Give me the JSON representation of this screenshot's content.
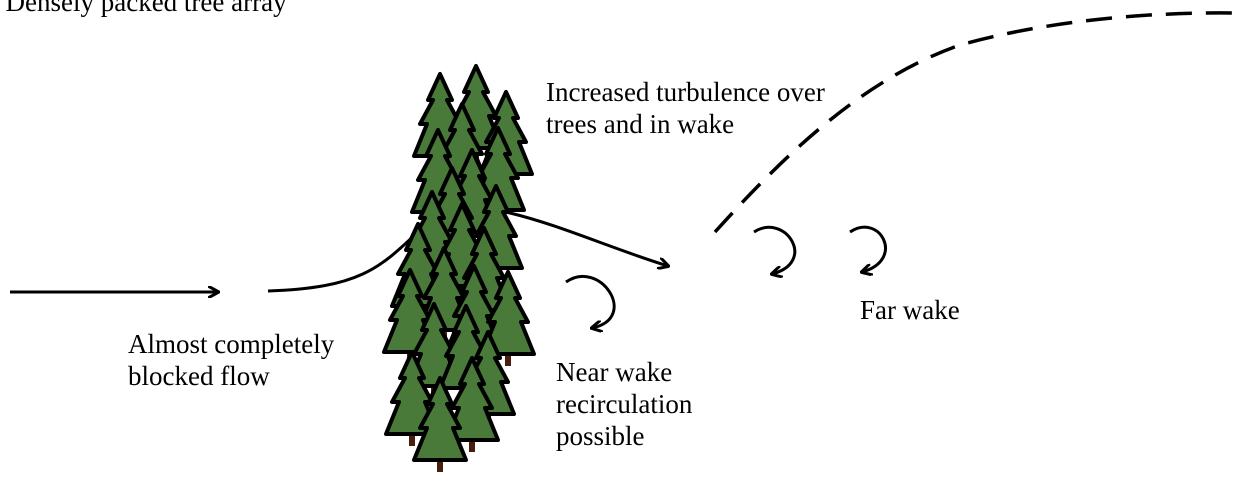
{
  "title": ". Densely packed tree array",
  "labels": {
    "turbulence": [
      "Increased turbulence over",
      "trees and in wake"
    ],
    "blocked": [
      "Almost completely",
      "blocked flow"
    ],
    "near_wake": [
      "Near wake",
      "recirculation",
      "possible"
    ],
    "far_wake": "Far wake"
  },
  "colors": {
    "tree_foliage": "#4a7a3a",
    "tree_trunk": "#4a1e0e",
    "outline": "#000000",
    "background": "#ffffff"
  }
}
